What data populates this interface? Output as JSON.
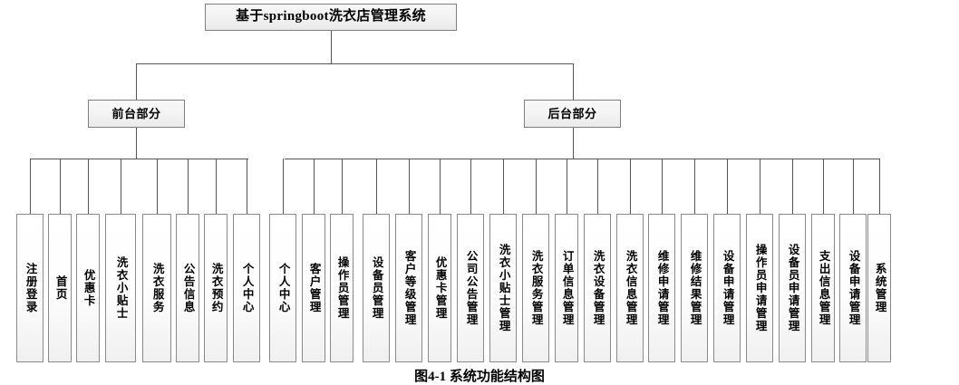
{
  "diagram": {
    "type": "org-chart",
    "root": {
      "label": "基于springboot洗衣店管理系统"
    },
    "branches": [
      {
        "label": "前台部分"
      },
      {
        "label": "后台部分"
      }
    ],
    "frontend_leaves": [
      {
        "label": "注册登录"
      },
      {
        "label": "首页"
      },
      {
        "label": "优惠卡"
      },
      {
        "label": "洗衣小贴士"
      },
      {
        "label": "洗衣服务"
      },
      {
        "label": "公告信息"
      },
      {
        "label": "洗衣预约"
      },
      {
        "label": "个人中心"
      }
    ],
    "backend_leaves": [
      {
        "label": "个人中心"
      },
      {
        "label": "客户管理"
      },
      {
        "label": "操作员管理"
      },
      {
        "label": "设备员管理"
      },
      {
        "label": "客户等级管理"
      },
      {
        "label": "优惠卡管理"
      },
      {
        "label": "公司公告管理"
      },
      {
        "label": "洗衣小贴士管理"
      },
      {
        "label": "洗衣服务管理"
      },
      {
        "label": "订单信息管理"
      },
      {
        "label": "洗衣设备管理"
      },
      {
        "label": "洗衣信息管理"
      },
      {
        "label": "维修申请管理"
      },
      {
        "label": "维修结果管理"
      },
      {
        "label": "设备申请管理"
      },
      {
        "label": "操作员申请管理"
      },
      {
        "label": "设备员申请管理"
      },
      {
        "label": "支出信息管理"
      },
      {
        "label": "设备申请管理"
      },
      {
        "label": "系统管理"
      }
    ],
    "caption": "图4-1 系统功能结构图",
    "colors": {
      "line": "#555555",
      "border": "#8a8a8a",
      "box_fill_top": "#ffffff",
      "box_fill_bottom": "#f0f0f0",
      "header_fill": "#f2f2f2",
      "text": "#000000"
    }
  }
}
